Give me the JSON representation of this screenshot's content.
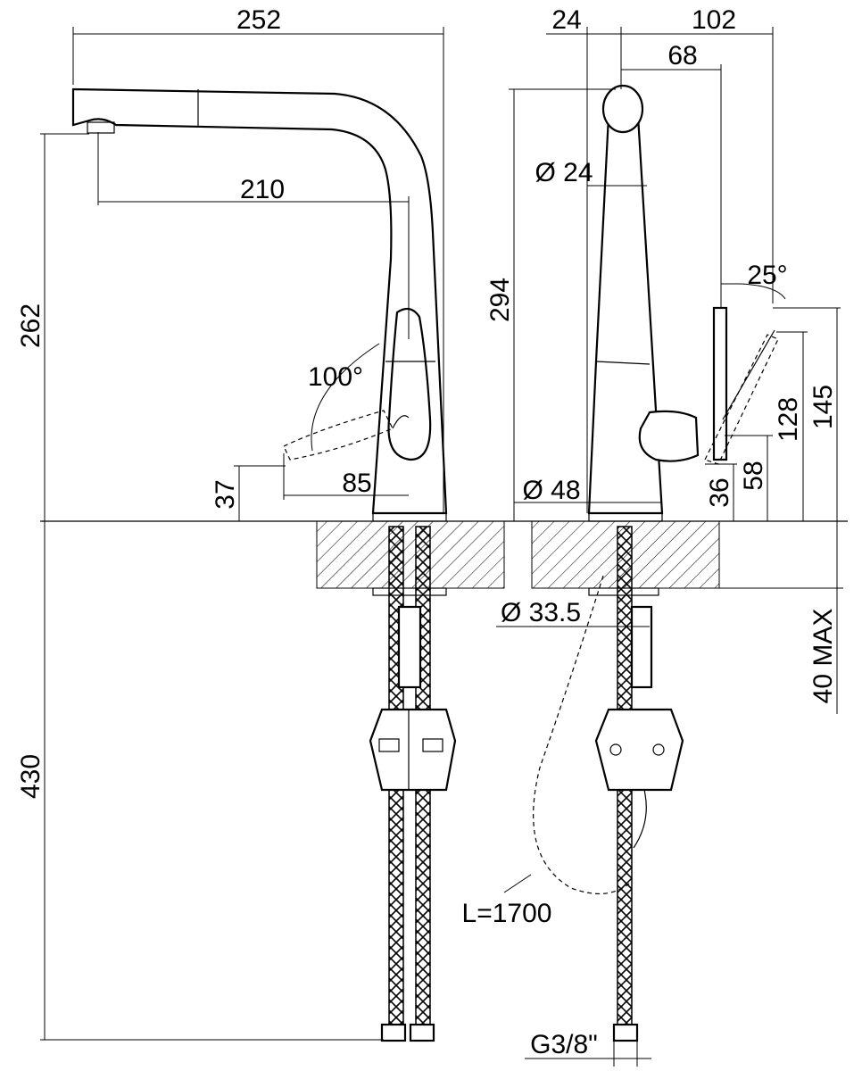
{
  "labels": {
    "width_total": "252",
    "spout_reach": "210",
    "height_total": "262",
    "lever_angle": "100°",
    "handle_height": "37",
    "handle_offset": "85",
    "below_length": "430",
    "offset_24": "24",
    "depth_102": "102",
    "depth_68": "68",
    "spout_diam": "Ø 24",
    "height_294": "294",
    "tilt_angle": "25°",
    "dim_145": "145",
    "dim_128": "128",
    "dim_58": "58",
    "dim_36": "36",
    "base_diam": "Ø 48",
    "shank_diam": "Ø 33.5",
    "deck_max": "40 MAX",
    "hose_length": "L=1700",
    "thread": "G3/8\""
  }
}
